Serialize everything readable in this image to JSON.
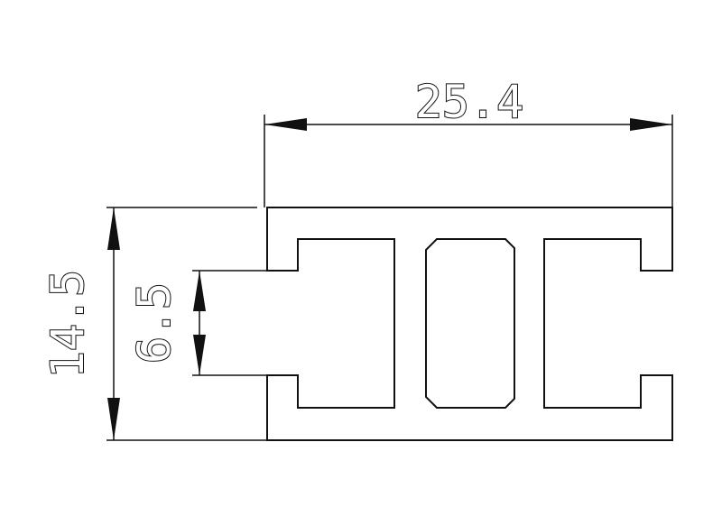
{
  "drawing": {
    "dimensions": {
      "width": "25.4",
      "height": "14.5",
      "slot_opening": "6.5"
    }
  }
}
